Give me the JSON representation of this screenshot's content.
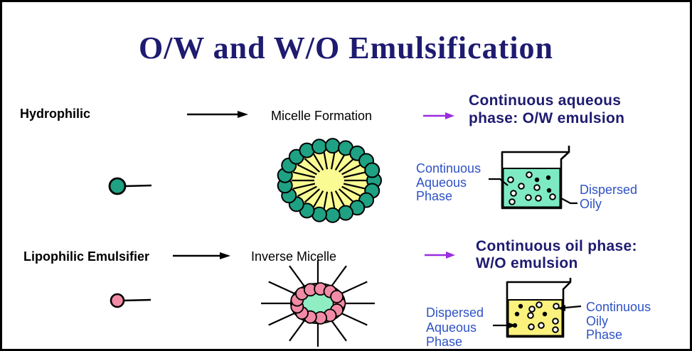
{
  "title": "O/W and W/O Emulsification",
  "colors": {
    "navy": "#1E1B70",
    "label_blue": "#2E52C5",
    "purple": "#9B2BE0",
    "teal_head": "#1FA184",
    "pink_head": "#F28BA6",
    "micelle_yellow": "#FBFB94",
    "mint_core": "#8FEDC4",
    "aqueous_liquid": "#7EEAC4",
    "oily_liquid": "#FAF27D"
  },
  "row_ow": {
    "emulsifier_label": "Hydrophilic",
    "process_label": "Micelle Formation",
    "result_line1": "Continuous aqueous",
    "result_line2": "phase: O/W emulsion",
    "beaker": {
      "left_label_lines": [
        "Continuous",
        "Aqueous",
        "Phase"
      ],
      "right_label_lines": [
        "Dispersed",
        "Oily"
      ]
    }
  },
  "row_wo": {
    "emulsifier_label": "Lipophilic Emulsifier",
    "process_label": "Inverse Micelle",
    "result_line1": "Continuous oil phase:",
    "result_line2": "W/O emulsion",
    "beaker": {
      "left_label_lines": [
        "Dispersed",
        "Aqueous",
        "Phase"
      ],
      "right_label_lines": [
        "Continuous",
        "Oily",
        "Phase"
      ]
    }
  }
}
